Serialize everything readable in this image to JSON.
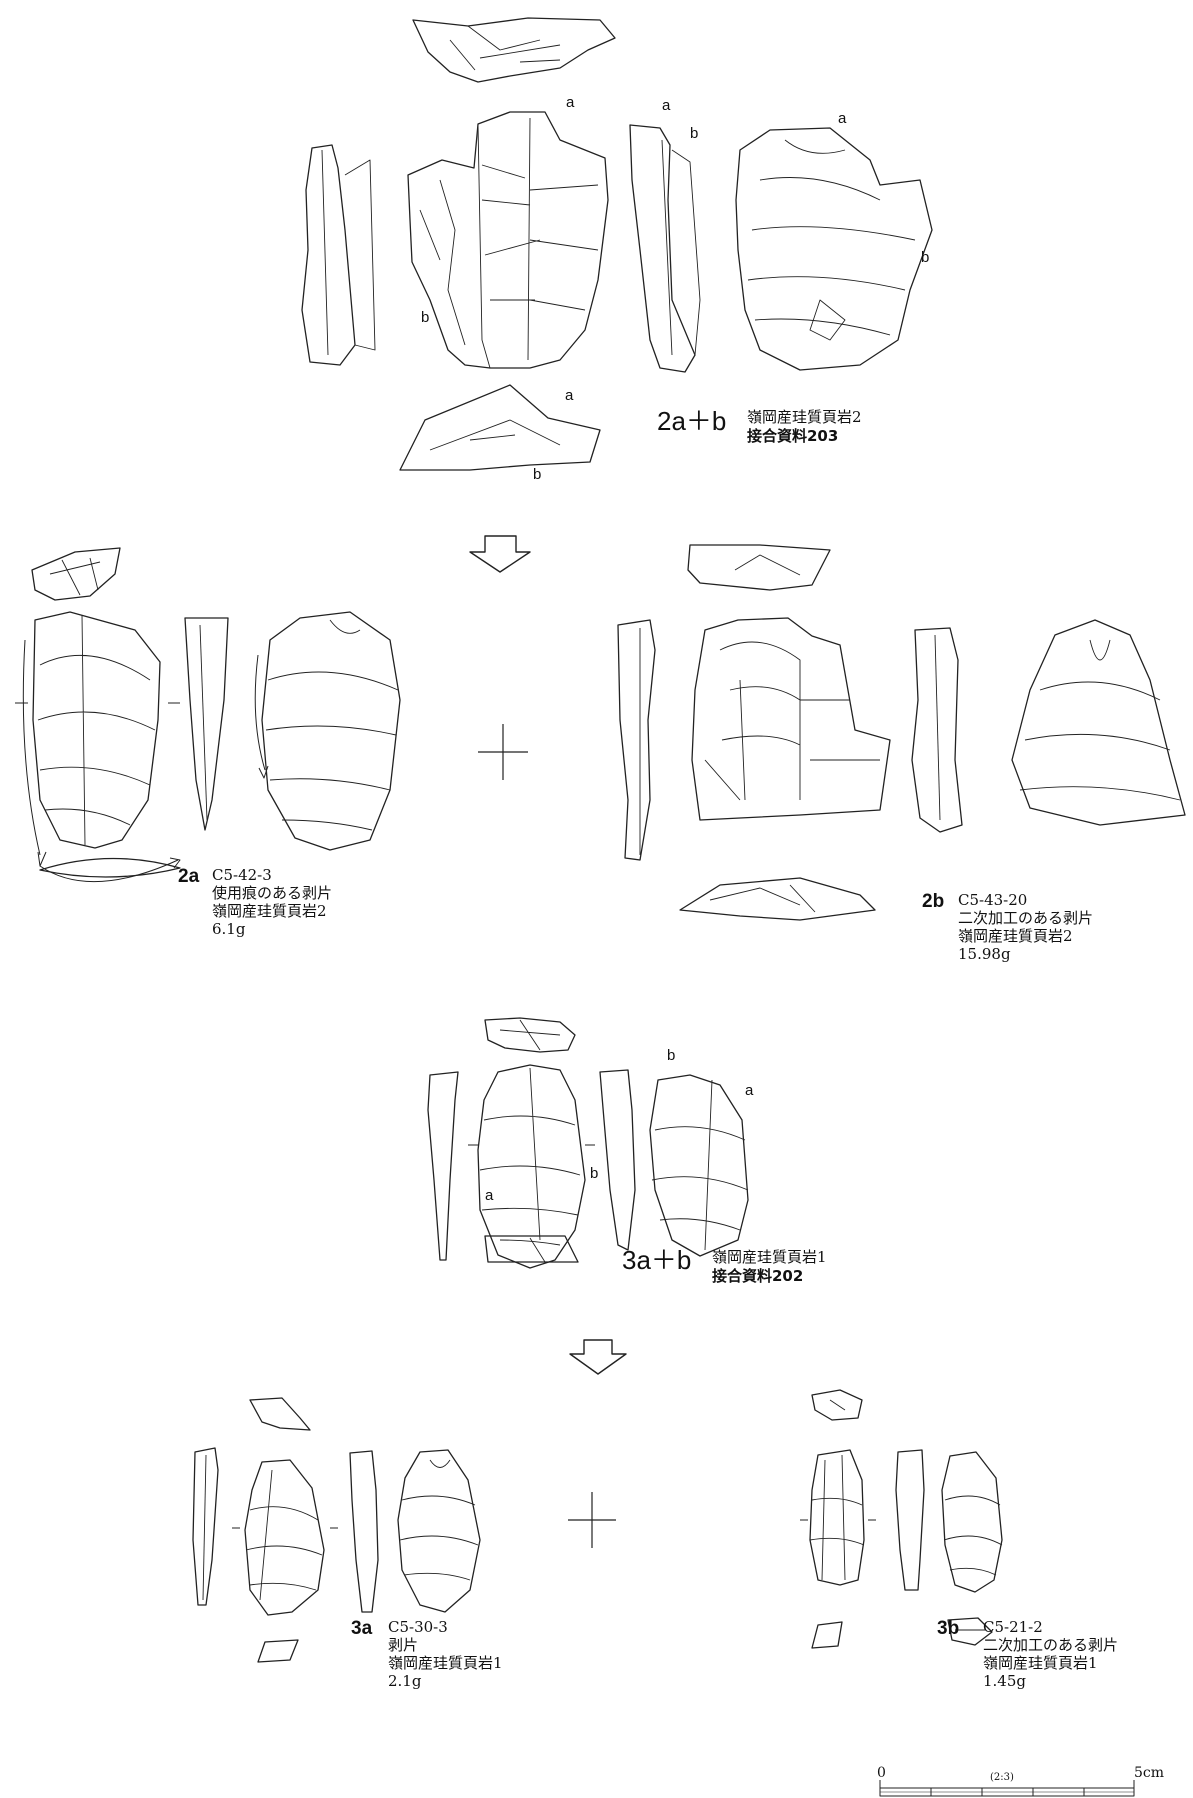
{
  "figure_2": {
    "composite_label": "2a＋b",
    "composite_material": "嶺岡産珪質頁岩2",
    "composite_refit": "接合資料203",
    "a_marks": [
      "a",
      "a",
      "a",
      "a"
    ],
    "b_marks": [
      "b",
      "b",
      "b",
      "b"
    ],
    "item_a": {
      "id": "2a",
      "code": "C5-42-3",
      "type": "使用痕のある剥片",
      "material": "嶺岡産珪質頁岩2",
      "weight": "6.1g"
    },
    "item_b": {
      "id": "2b",
      "code": "C5-43-20",
      "type": "二次加工のある剥片",
      "material": "嶺岡産珪質頁岩2",
      "weight": "15.98g"
    }
  },
  "figure_3": {
    "composite_label": "3a＋b",
    "composite_material": "嶺岡産珪質頁岩1",
    "composite_refit": "接合資料202",
    "mark_a": "a",
    "mark_b": "b",
    "item_a": {
      "id": "3a",
      "code": "C5-30-3",
      "type": "剥片",
      "material": "嶺岡産珪質頁岩1",
      "weight": "2.1g"
    },
    "item_b": {
      "id": "3b",
      "code": "C5-21-2",
      "type": "二次加工のある剥片",
      "material": "嶺岡産珪質頁岩1",
      "weight": "1.45g"
    }
  },
  "scale": {
    "zero": "0",
    "ratio": "(2:3)",
    "max": "5cm"
  }
}
